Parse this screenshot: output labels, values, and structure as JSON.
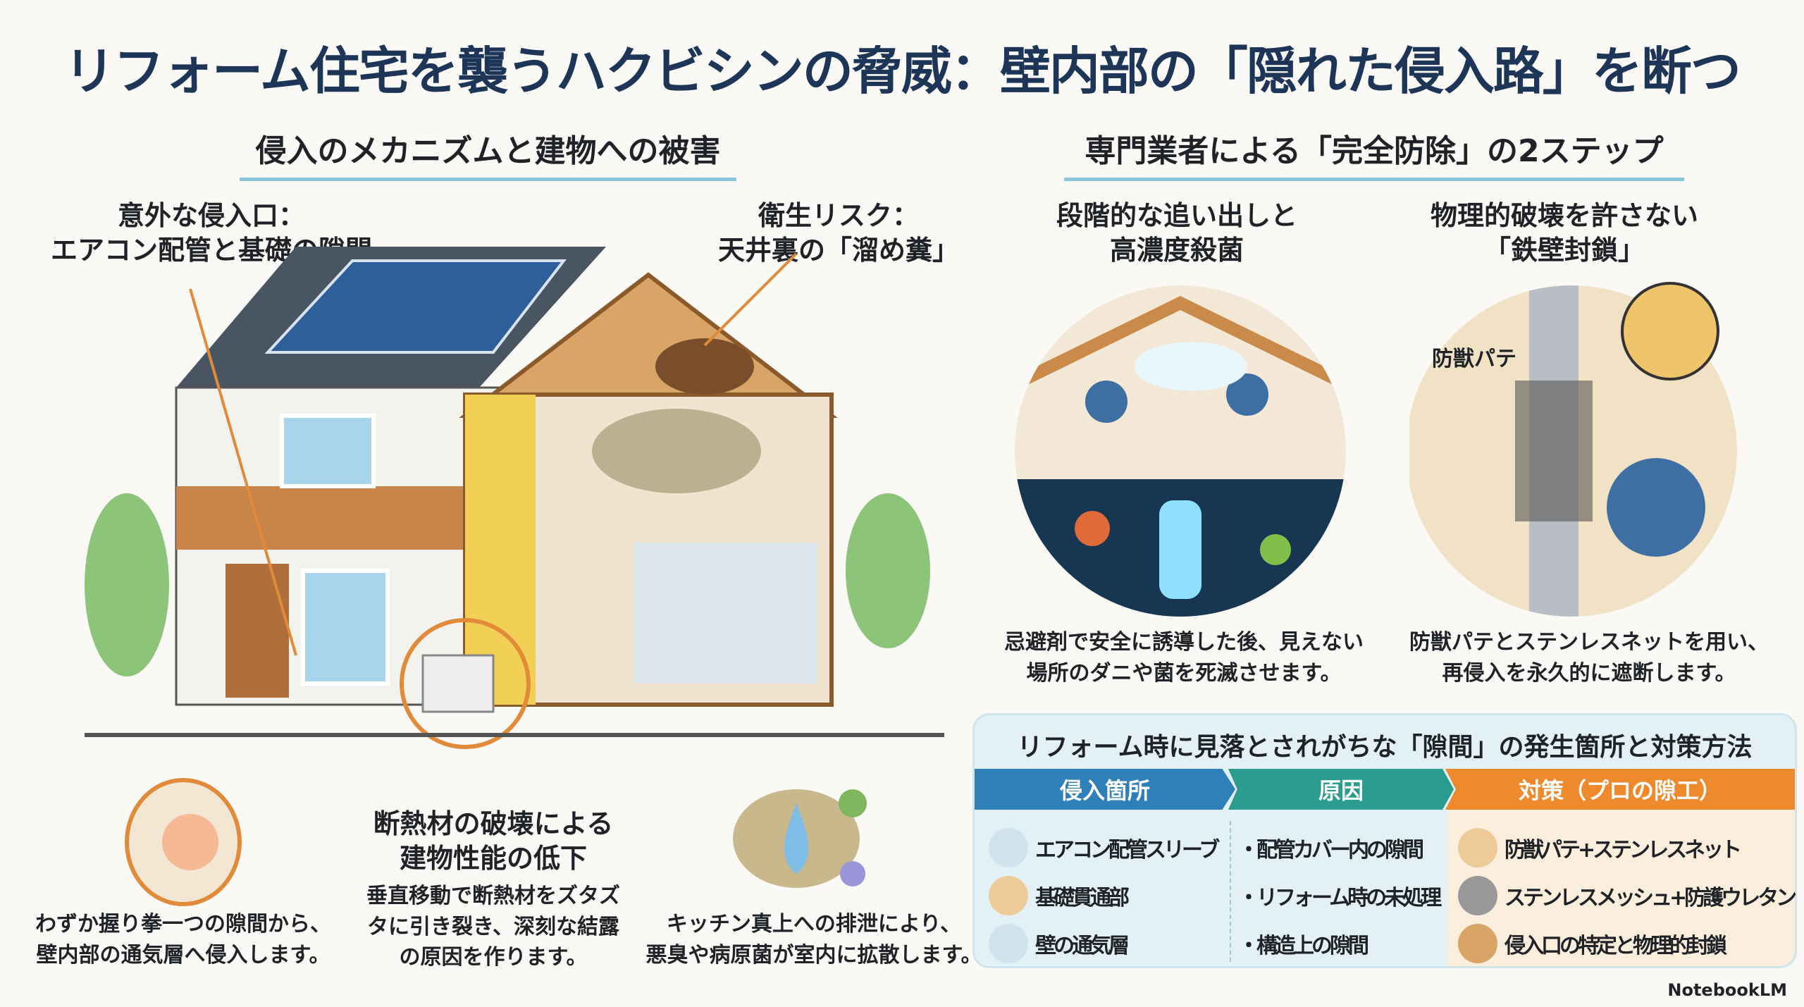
{
  "title": "リフォーム住宅を襲うハクビシンの脅威：壁内部の「隠れた侵入路」を断つ",
  "left": {
    "heading": "侵入のメカニズムと建物への被害",
    "entry_label": "意外な侵入口：\nエアコン配管と基礎の隙間",
    "hygiene_label": "衛生リスク：\n天井裏の「溜め糞」",
    "insulation_label": "断熱材の破壊による\n建物性能の低下",
    "entry_desc": "わずか握り拳一つの隙間から、\n壁内部の通気層へ侵入します。",
    "insulation_desc": "垂直移動で断熱材をズタズ\nタに引き裂き、深刻な結露\nの原因を作ります。",
    "hygiene_desc": "キッチン真上への排泄により、\n悪臭や病原菌が室内に拡散します。"
  },
  "right": {
    "heading": "専門業者による「完全防除」の2ステップ",
    "step1_label": "段階的な追い出しと\n高濃度殺菌",
    "step1_desc": "忌避剤で安全に誘導した後、見えない\n場所のダニや菌を死滅させます。",
    "step2_label": "物理的破壊を許さない\n「鉄壁封鎖」",
    "step2_callout": "防獣パテ",
    "step2_desc": "防獣パテとステンレスネットを用い、\n再侵入を永久的に遮断します。"
  },
  "table": {
    "title": "リフォーム時に見落とされがちな「隙間」の発生箇所と対策方法",
    "headers": [
      "侵入箇所",
      "原因",
      "対策（プロの隙工）"
    ],
    "colors": [
      "#2f7fb8",
      "#2a9d8f",
      "#ee8a2c"
    ],
    "rows": [
      {
        "icon": "air-conditioner-icon",
        "place": "エアコン配管スリーブ",
        "cause": "・配管カバー内の隙間",
        "fix_icon": "pipe-icon",
        "fix": "防獣パテ+ステンレスネット"
      },
      {
        "icon": "foundation-pipe-icon",
        "place": "基礎貫通部",
        "cause": "・リフォーム時の未処理",
        "fix_icon": "mesh-icon",
        "fix": "ステンレスメッシュ+防護ウレタン"
      },
      {
        "icon": "vent-icon",
        "place": "壁の通気層",
        "cause": "・構造上の隙間",
        "fix_icon": "beam-icon",
        "fix": "侵入口の特定と物理的封鎖"
      }
    ]
  },
  "brand": "NotebookLM"
}
